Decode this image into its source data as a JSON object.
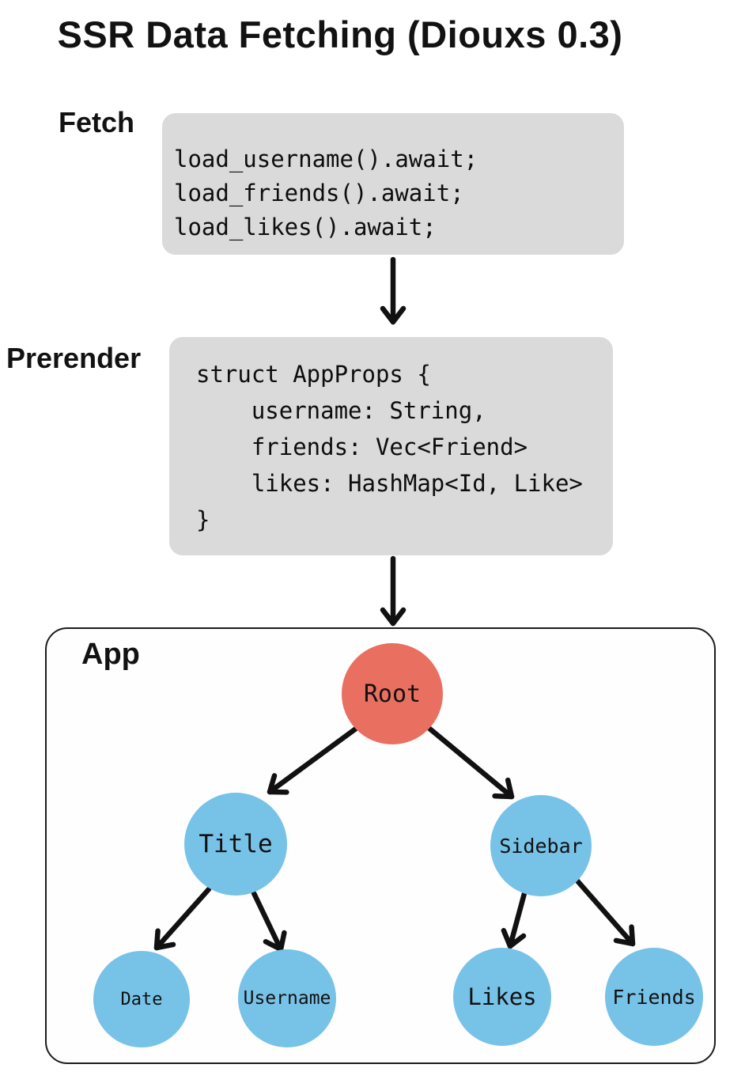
{
  "title": "SSR Data Fetching (Diouxs 0.3)",
  "flow": {
    "fetch": {
      "label": "Fetch",
      "code": [
        "load_username().await;",
        "load_friends().await;",
        "load_likes().await;"
      ]
    },
    "prerender": {
      "label": "Prerender",
      "code": [
        "struct AppProps {",
        "    username: String,",
        "    friends: Vec<Friend>",
        "    likes: HashMap<Id, Like>",
        "}"
      ]
    },
    "app": {
      "label": "App",
      "nodes": [
        {
          "id": "root",
          "label": "Root",
          "role": "root"
        },
        {
          "id": "title",
          "label": "Title",
          "role": "child"
        },
        {
          "id": "sidebar",
          "label": "Sidebar",
          "role": "child"
        },
        {
          "id": "date",
          "label": "Date",
          "role": "child"
        },
        {
          "id": "username",
          "label": "Username",
          "role": "child"
        },
        {
          "id": "likes",
          "label": "Likes",
          "role": "child"
        },
        {
          "id": "friends",
          "label": "Friends",
          "role": "child"
        }
      ],
      "edges": [
        {
          "from": "Root",
          "to": "Title"
        },
        {
          "from": "Root",
          "to": "Sidebar"
        },
        {
          "from": "Title",
          "to": "Date"
        },
        {
          "from": "Title",
          "to": "Username"
        },
        {
          "from": "Sidebar",
          "to": "Likes"
        },
        {
          "from": "Sidebar",
          "to": "Friends"
        }
      ]
    },
    "sequence": [
      "Fetch",
      "Prerender",
      "App"
    ]
  },
  "colors": {
    "root_node": "#e96f60",
    "child_node": "#77c2e7",
    "code_box": "#dadada",
    "arrow": "#111111",
    "app_border": "#1c1c1c",
    "background": "#ffffff"
  }
}
